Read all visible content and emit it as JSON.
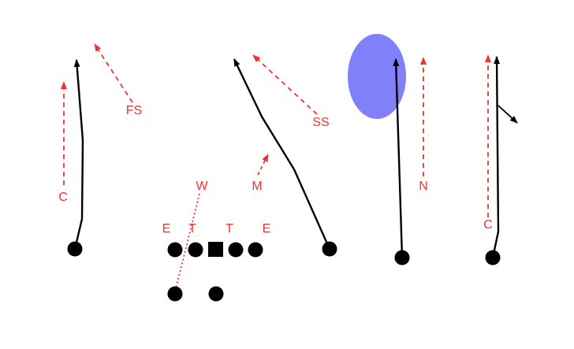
{
  "colors": {
    "offense": "#000000",
    "defense": "#ee3333",
    "zone": "#8080f8",
    "background": "#ffffff"
  },
  "defenders": {
    "c_left": "C",
    "fs": "FS",
    "ss": "SS",
    "w": "W",
    "m": "M",
    "n": "N",
    "c_right": "C",
    "e_left": "E",
    "t_left": "T",
    "t_right": "T",
    "e_right": "E"
  }
}
